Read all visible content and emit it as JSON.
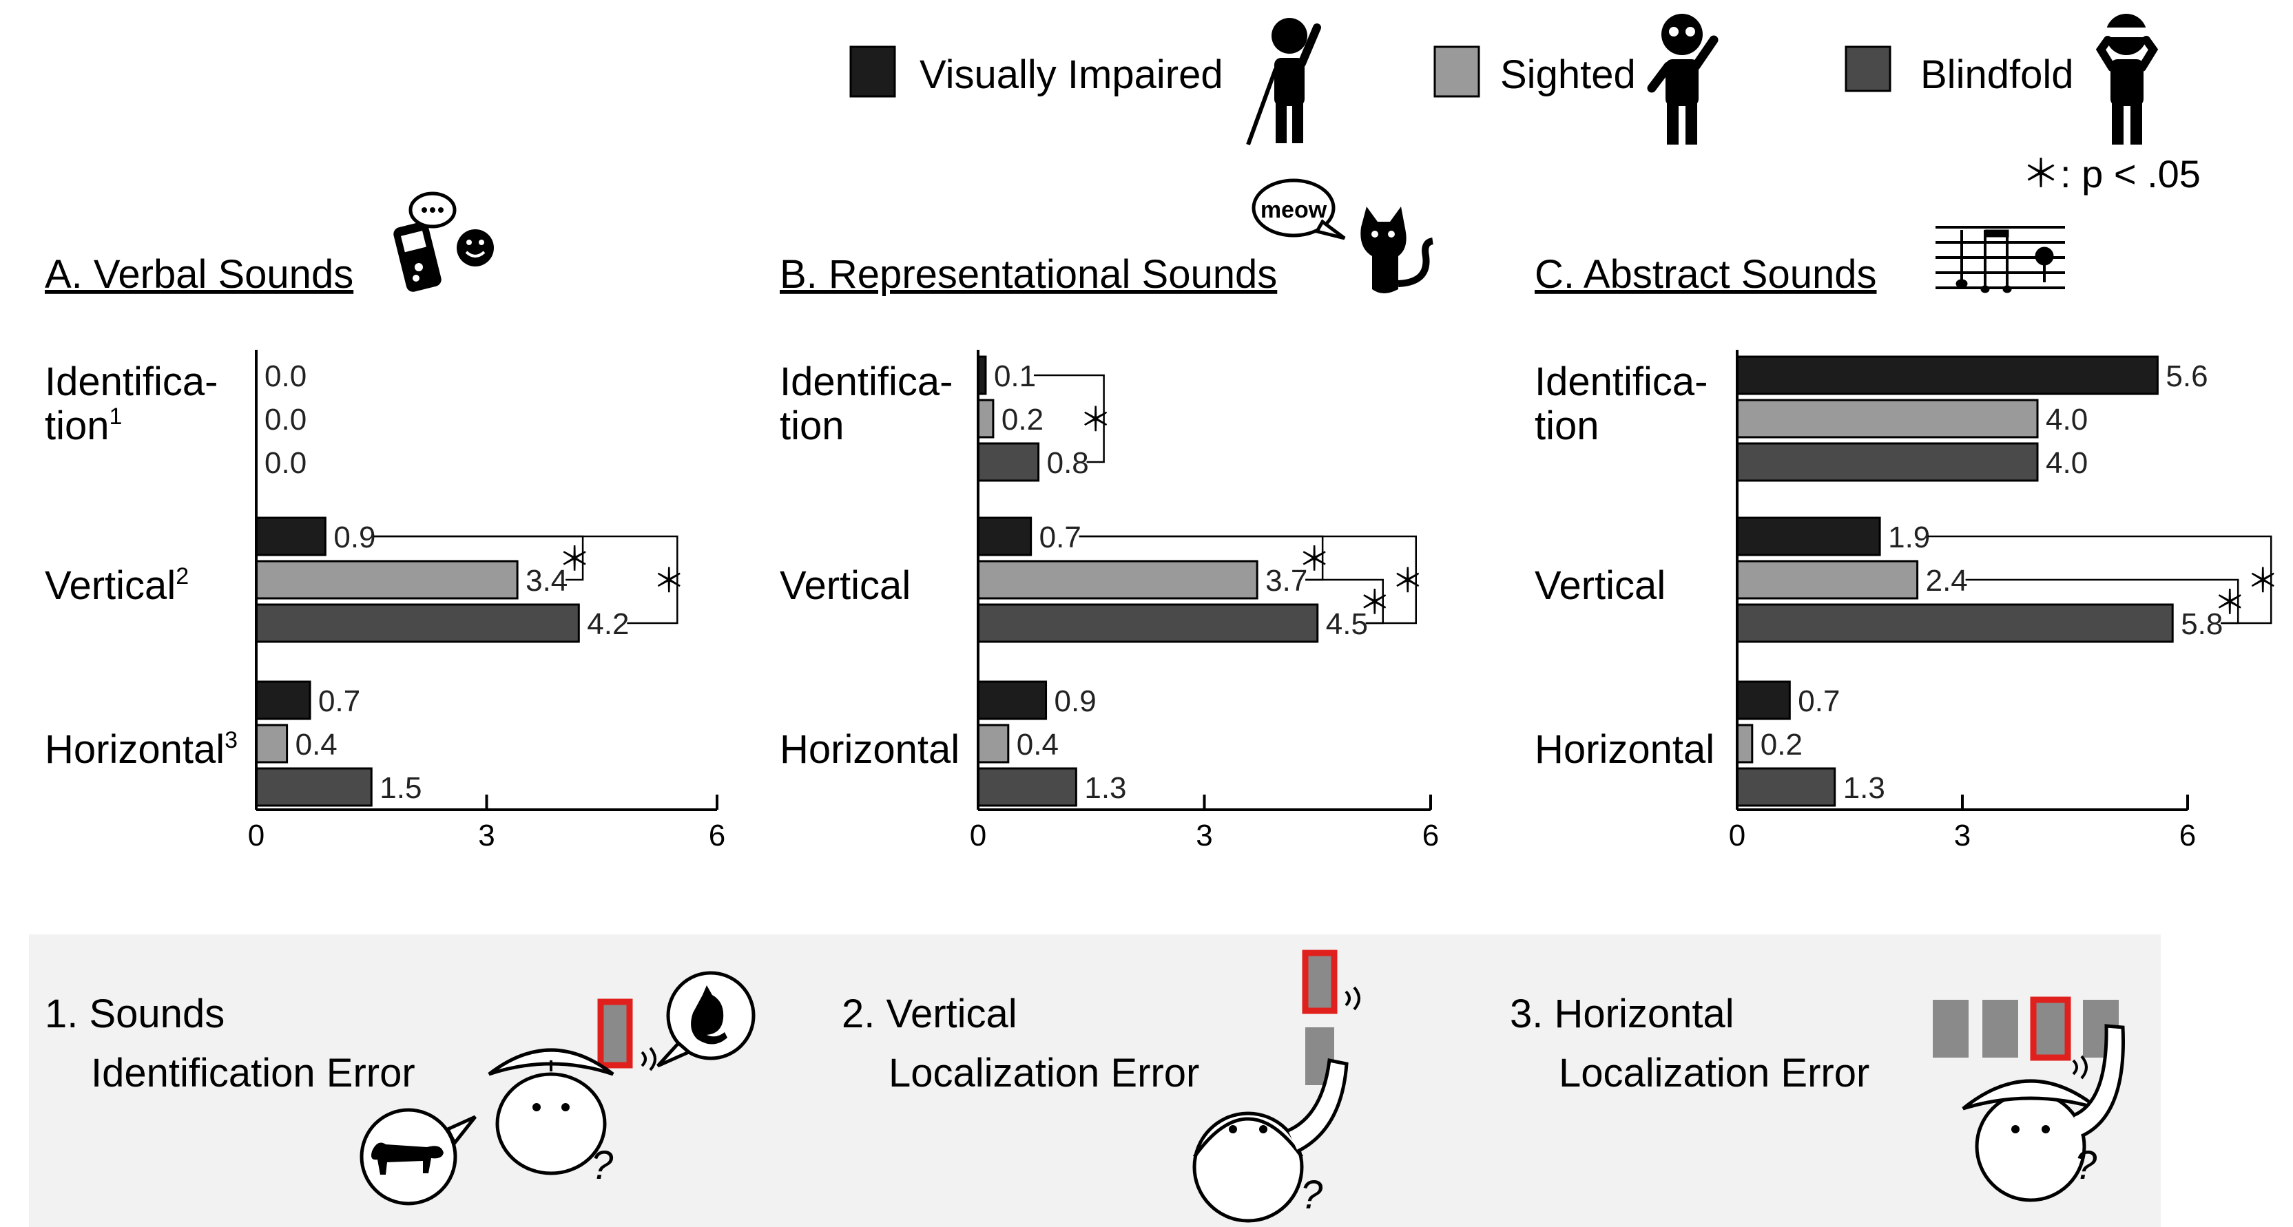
{
  "legend": {
    "items": [
      {
        "label": "Visually Impaired",
        "color": "#1c1c1c",
        "icon": "person-with-cane-icon"
      },
      {
        "label": "Sighted",
        "color": "#9a9a9a",
        "icon": "person-waving-icon"
      },
      {
        "label": "Blindfold",
        "color": "#4a4a4a",
        "icon": "person-blindfolded-icon"
      }
    ],
    "significance_note": "＊: p < .05"
  },
  "chart_data": [
    {
      "type": "bar",
      "orientation": "horizontal",
      "title": "A. Verbal Sounds",
      "title_icon": "voice-recorder-speech-icon",
      "categories": [
        {
          "label": "Identifica-",
          "label2": "tion",
          "sup": "1"
        },
        {
          "label": "Vertical",
          "label2": "",
          "sup": "2"
        },
        {
          "label": "Horizontal",
          "label2": "",
          "sup": "3"
        }
      ],
      "series": [
        {
          "name": "Visually Impaired",
          "values": [
            0.0,
            0.9,
            0.7
          ]
        },
        {
          "name": "Sighted",
          "values": [
            0.0,
            3.4,
            0.4
          ]
        },
        {
          "name": "Blindfold",
          "values": [
            0.0,
            4.2,
            1.5
          ]
        }
      ],
      "value_labels": [
        [
          "0.0",
          "0.9",
          "0.7"
        ],
        [
          "0.0",
          "3.4",
          "0.4"
        ],
        [
          "0.0",
          "4.2",
          "1.5"
        ]
      ],
      "xlim": [
        0,
        6
      ],
      "xticks": [
        "0",
        "3",
        "6"
      ],
      "significance": [
        {
          "category": 1,
          "from": 0,
          "to": 1,
          "marker": "＊"
        },
        {
          "category": 1,
          "from": 0,
          "to": 2,
          "marker": "＊"
        }
      ]
    },
    {
      "type": "bar",
      "orientation": "horizontal",
      "title": "B. Representational Sounds",
      "title_icon": "cat-meow-icon",
      "title_icon_text": "meow",
      "categories": [
        {
          "label": "Identifica-",
          "label2": "tion",
          "sup": ""
        },
        {
          "label": "Vertical",
          "label2": "",
          "sup": ""
        },
        {
          "label": "Horizontal",
          "label2": "",
          "sup": ""
        }
      ],
      "series": [
        {
          "name": "Visually Impaired",
          "values": [
            0.1,
            0.7,
            0.9
          ]
        },
        {
          "name": "Sighted",
          "values": [
            0.2,
            3.7,
            0.4
          ]
        },
        {
          "name": "Blindfold",
          "values": [
            0.8,
            4.5,
            1.3
          ]
        }
      ],
      "value_labels": [
        [
          "0.1",
          "0.7",
          "0.9"
        ],
        [
          "0.2",
          "3.7",
          "0.4"
        ],
        [
          "0.8",
          "4.5",
          "1.3"
        ]
      ],
      "xlim": [
        0,
        6
      ],
      "xticks": [
        "0",
        "3",
        "6"
      ],
      "significance": [
        {
          "category": 0,
          "from": 0,
          "to": 2,
          "marker": "＊"
        },
        {
          "category": 1,
          "from": 0,
          "to": 1,
          "marker": "＊"
        },
        {
          "category": 1,
          "from": 1,
          "to": 2,
          "marker": "＊"
        },
        {
          "category": 1,
          "from": 0,
          "to": 2,
          "marker": "＊"
        }
      ]
    },
    {
      "type": "bar",
      "orientation": "horizontal",
      "title": "C. Abstract  Sounds",
      "title_icon": "music-staff-icon",
      "categories": [
        {
          "label": "Identifica-",
          "label2": "tion",
          "sup": ""
        },
        {
          "label": "Vertical",
          "label2": "",
          "sup": ""
        },
        {
          "label": "Horizontal",
          "label2": "",
          "sup": ""
        }
      ],
      "series": [
        {
          "name": "Visually Impaired",
          "values": [
            5.6,
            1.9,
            0.7
          ]
        },
        {
          "name": "Sighted",
          "values": [
            4.0,
            2.4,
            0.2
          ]
        },
        {
          "name": "Blindfold",
          "values": [
            4.0,
            5.8,
            1.3
          ]
        }
      ],
      "value_labels": [
        [
          "5.6",
          "1.9",
          "0.7"
        ],
        [
          "4.0",
          "2.4",
          "0.2"
        ],
        [
          "4.0",
          "5.8",
          "1.3"
        ]
      ],
      "xlim": [
        0,
        6
      ],
      "xticks": [
        "0",
        "3",
        "6"
      ],
      "significance": [
        {
          "category": 1,
          "from": 1,
          "to": 2,
          "marker": "＊"
        },
        {
          "category": 1,
          "from": 0,
          "to": 2,
          "marker": "＊"
        }
      ]
    }
  ],
  "footer": {
    "background": "#f2f2f2",
    "panels": [
      {
        "line1": "1. Sounds",
        "line2": "Identification Error",
        "icon": "sound-identification-illustration"
      },
      {
        "line1": "2. Vertical",
        "line2": "Localization Error",
        "icon": "vertical-localization-illustration"
      },
      {
        "line1": "3. Horizontal",
        "line2": "Localization Error",
        "icon": "horizontal-localization-illustration"
      }
    ],
    "question_mark": "?"
  }
}
